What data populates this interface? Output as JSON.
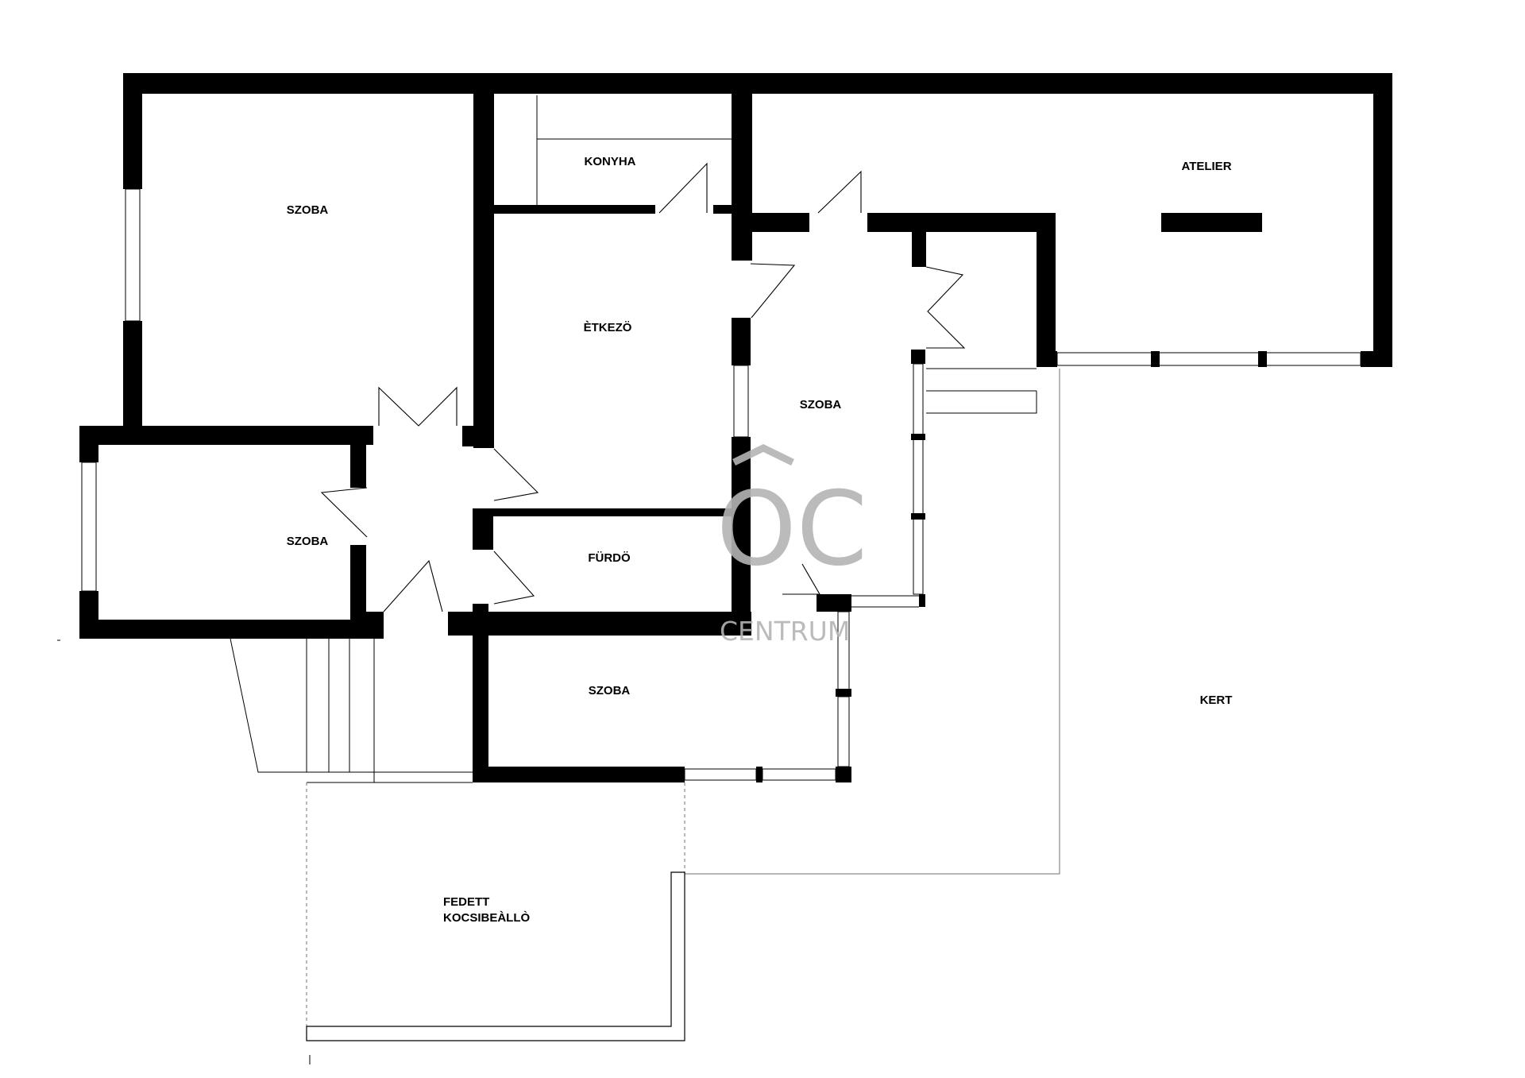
{
  "rooms": {
    "szoba_nw": "SZOBA",
    "konyha": "KONYHA",
    "atelier": "ATELIER",
    "etkezo": "ÈTKEZÖ",
    "szoba_mid": "SZOBA",
    "szoba_w": "SZOBA",
    "furdo": "FÜRDÖ",
    "szoba_s": "SZOBA",
    "kert": "KERT",
    "carport_line1": "FEDETT",
    "carport_line2": "KOCSIBEÀLLÒ"
  },
  "watermark": {
    "logo": "OC",
    "line2": "CENTRUM"
  }
}
